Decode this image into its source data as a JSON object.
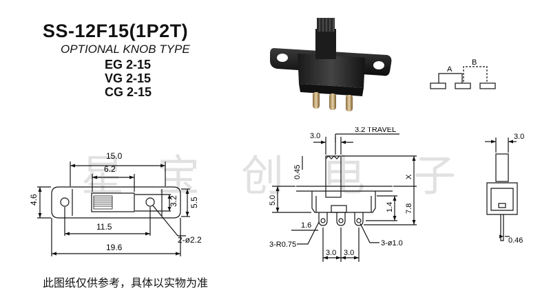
{
  "header": {
    "model": "SS-12F15(1P2T)",
    "subtitle": "OPTIONAL KNOB TYPE",
    "options": [
      "EG 2-15",
      "VG 2-15",
      "CG 2-15"
    ]
  },
  "schematic": {
    "label_a": "A",
    "label_b": "B"
  },
  "watermark": [
    "星",
    "宝",
    "创",
    "电",
    "子"
  ],
  "front_view": {
    "dims": {
      "overall_width": "15.0",
      "slot_width": "6.2",
      "height": "4.6",
      "inner_height": "3.2",
      "body_height": "5.5",
      "hole_pitch": "11.5",
      "total_length": "19.6",
      "hole_spec": "2-ø2.2"
    }
  },
  "side_view": {
    "dims": {
      "knob_width": "3.0",
      "travel": "3.2 TRAVEL",
      "knob_offset": "0.45",
      "x": "X",
      "height": "5.0",
      "terminal_gap": "1.4",
      "body_height": "7.8",
      "terminal_len": "1.6",
      "radius": "3-R0.75",
      "hole_spec": "3-ø1.0",
      "pitch_left": "3.0",
      "pitch_right": "3.0"
    }
  },
  "end_view": {
    "dims": {
      "width": "3.0",
      "thickness": "0.46"
    }
  },
  "note": "此图纸仅供参考，具体以实物为准"
}
